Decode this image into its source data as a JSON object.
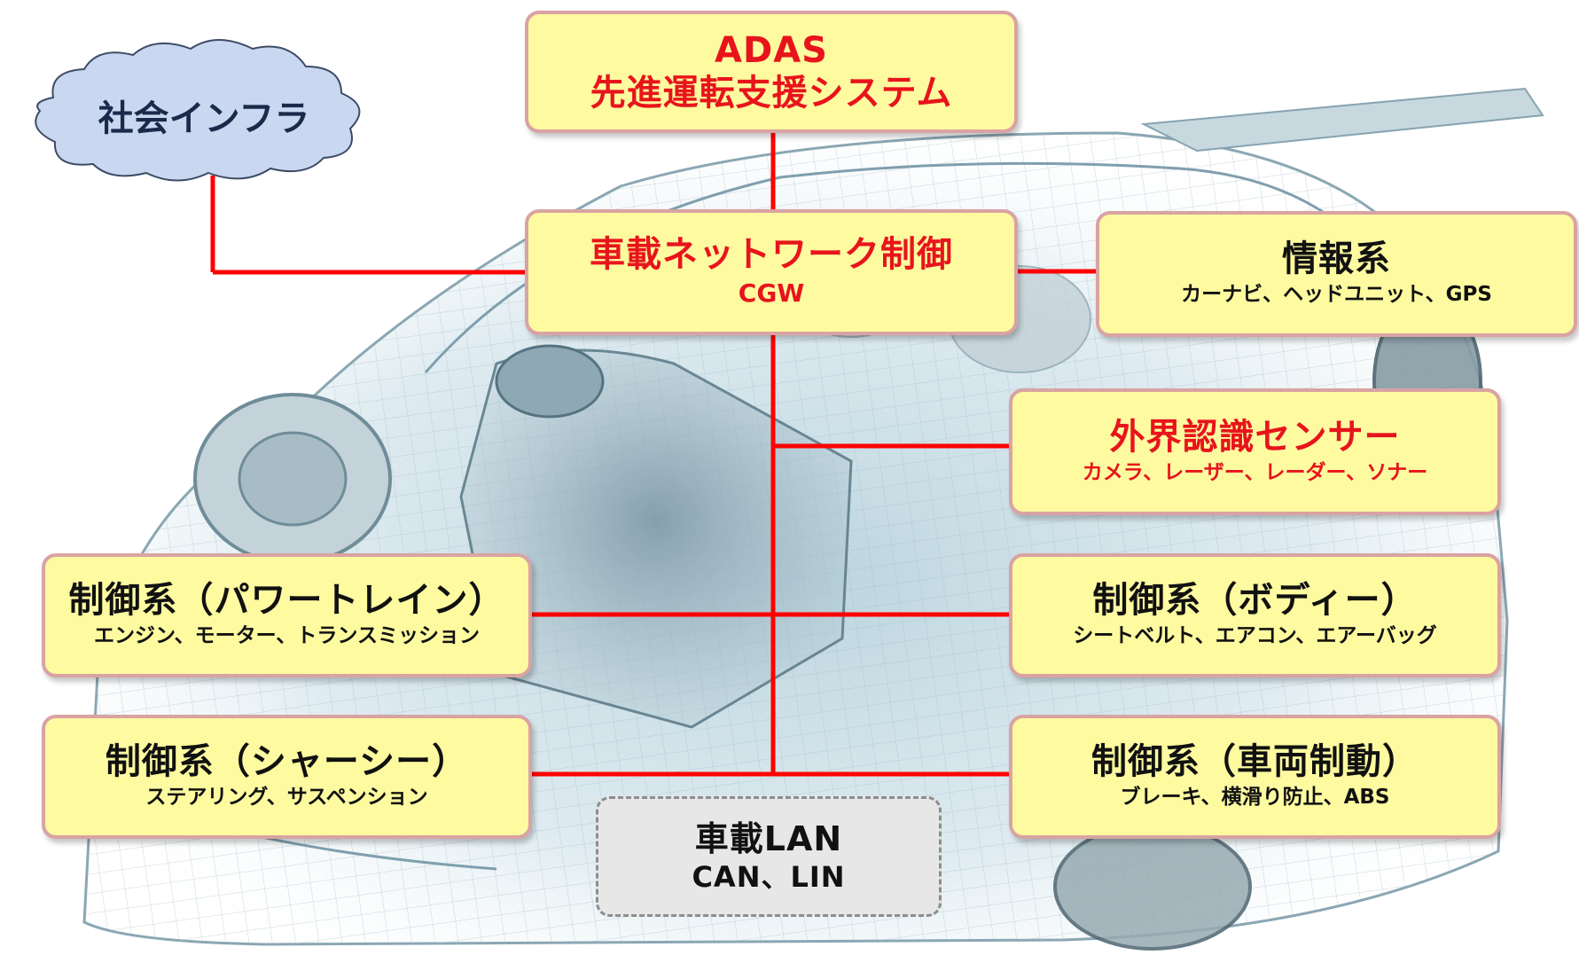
{
  "colors": {
    "box_fill": "#fdfaa0",
    "box_border": "#d9a3a3",
    "red_text": "#e8141c",
    "connector": "#ff0000",
    "cloud_fill": "#c9d7f0",
    "lan_fill": "#e7e7e7"
  },
  "cloud": {
    "label": "社会インフラ"
  },
  "adas": {
    "line1": "ADAS",
    "line2": "先進運転支援システム"
  },
  "cgw": {
    "title": "車載ネットワーク制御",
    "sub": "CGW"
  },
  "info": {
    "title": "情報系",
    "sub": "カーナビ、ヘッドユニット、GPS"
  },
  "sensor": {
    "title": "外界認識センサー",
    "sub": "カメラ、レーザー、レーダー、ソナー"
  },
  "powertrain": {
    "title": "制御系（パワートレイン）",
    "sub": "エンジン、モーター、トランスミッション"
  },
  "body": {
    "title": "制御系（ボディー）",
    "sub": "シートベルト、エアコン、エアーバッグ"
  },
  "chassis": {
    "title": "制御系（シャーシー）",
    "sub": "ステアリング、サスペンション"
  },
  "braking": {
    "title": "制御系（車両制動）",
    "sub": "ブレーキ、横滑り防止、ABS"
  },
  "lan": {
    "title": "車載LAN",
    "sub": "CAN、LIN"
  }
}
